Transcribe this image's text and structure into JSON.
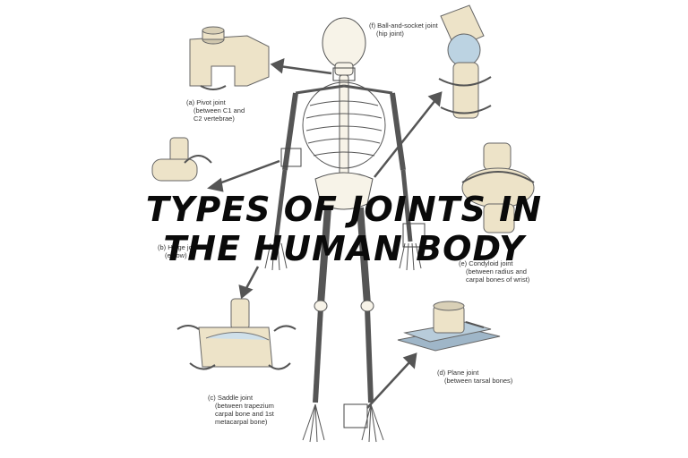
{
  "title": {
    "line1": "TYPES OF JOINTS IN",
    "line2": "THE HUMAN BODY"
  },
  "joints": {
    "pivot": {
      "name": "(a) Pivot joint",
      "desc": [
        "(between C1 and",
        "C2 vertebrae)"
      ]
    },
    "hinge": {
      "name": "(b) Hinge joint",
      "desc": [
        "(elbow)"
      ]
    },
    "saddle": {
      "name": "(c) Saddle joint",
      "desc": [
        "(between trapezium",
        "carpal bone and 1st",
        "metacarpal bone)"
      ]
    },
    "plane": {
      "name": "(d) Plane joint",
      "desc": [
        "(between tarsal bones)"
      ]
    },
    "condyloid": {
      "name": "(e) Condyloid joint",
      "desc": [
        "(between radius and",
        "carpal bones of wrist)"
      ]
    },
    "ball_socket": {
      "name": "(f) Ball-and-socket joint",
      "desc": [
        "(hip joint)"
      ]
    }
  },
  "colors": {
    "bone": "#ede3c8",
    "bone_outline": "#555555",
    "arrow": "#555555",
    "plane_blue": "#9fb6c8",
    "title": "#0a0a0a"
  }
}
